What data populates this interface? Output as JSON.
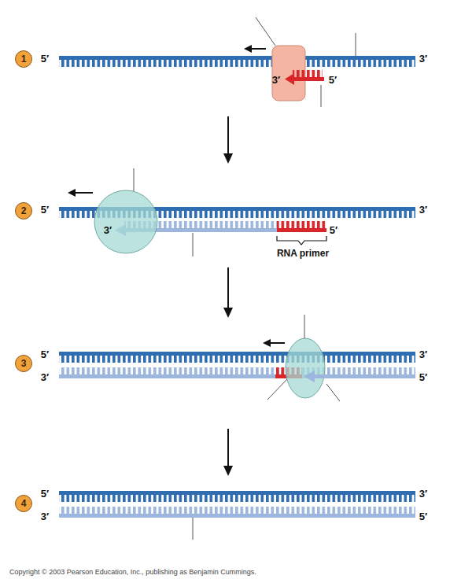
{
  "diagram": {
    "nodes": [
      {
        "text": [
          "1"
        ]
      },
      {
        "text": [
          "2"
        ]
      },
      {
        "text": [
          "3"
        ]
      },
      {
        "text": [
          "4"
        ]
      }
    ],
    "labels": [
      "5′",
      "3′",
      "3′",
      "5′",
      "5′",
      "3′",
      "3′",
      "5′",
      "RNA primer",
      "5′",
      "3′",
      "3′",
      "5′",
      "5′",
      "3′",
      "3′",
      "5′",
      "Copyright © 2003 Pearson Education, Inc., publishing as Benjamin Cummings."
    ]
  }
}
